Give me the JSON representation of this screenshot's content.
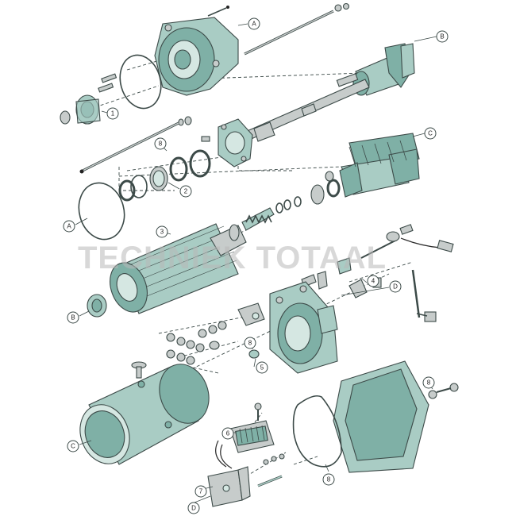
{
  "watermark": "TECHNIEK TOTAAL",
  "colors": {
    "part_fill": "#a9ccc4",
    "part_dark": "#7fb0a6",
    "outline": "#3c4a48",
    "watermark": "#b8b8b8"
  },
  "callouts": [
    {
      "id": "A1",
      "label": "A"
    },
    {
      "id": "B1",
      "label": "B"
    },
    {
      "id": "C1",
      "label": "C"
    },
    {
      "id": "A2",
      "label": "A"
    },
    {
      "id": "B2",
      "label": "B"
    },
    {
      "id": "D1",
      "label": "D"
    },
    {
      "id": "C2",
      "label": "C"
    },
    {
      "id": "D2",
      "label": "D"
    },
    {
      "id": "n1",
      "label": "1"
    },
    {
      "id": "n2",
      "label": "2"
    },
    {
      "id": "n3",
      "label": "3"
    },
    {
      "id": "n4",
      "label": "4"
    },
    {
      "id": "n5",
      "label": "5"
    },
    {
      "id": "n6",
      "label": "6"
    },
    {
      "id": "n7",
      "label": "7"
    },
    {
      "id": "n8a",
      "label": "8"
    },
    {
      "id": "n8b",
      "label": "8"
    },
    {
      "id": "n8c",
      "label": "8"
    },
    {
      "id": "n8d",
      "label": "8"
    }
  ]
}
